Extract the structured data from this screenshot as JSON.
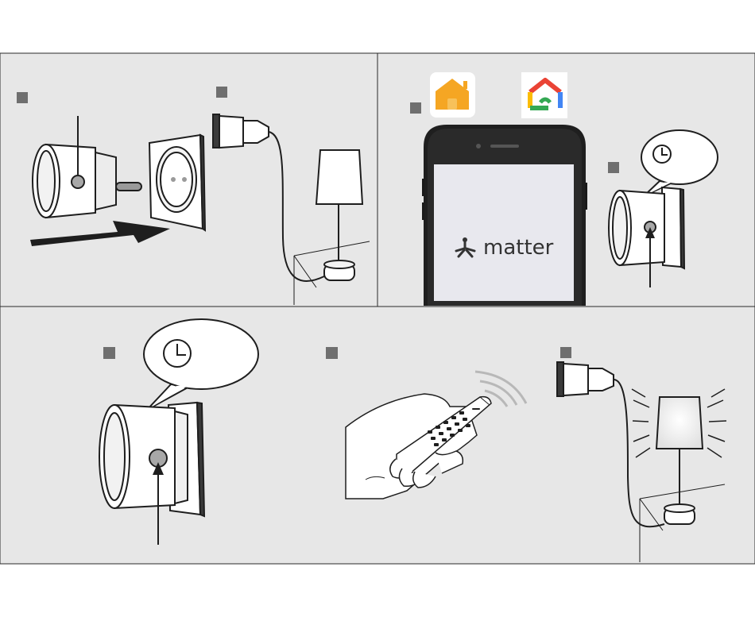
{
  "brand": {
    "matter_label": "matter"
  },
  "colors": {
    "panel_bg": "#e7e7e7",
    "step_marker": "#6f6f6f",
    "line": "#1e1e1e",
    "apple_home_orange": "#f5a623",
    "google_red": "#ea4335",
    "google_yellow": "#fbbc04",
    "google_green": "#34a853",
    "google_blue": "#4285f4"
  },
  "icons": {
    "apple_home": "apple-home-icon",
    "google_home": "google-home-icon",
    "matter_logo": "matter-logo-icon",
    "timer": "clock-icon"
  },
  "panels": [
    {
      "name": "panel-insert-plug",
      "markers": 2
    },
    {
      "name": "panel-pair-app",
      "markers": 2
    },
    {
      "name": "panel-timer-button",
      "markers": 1
    },
    {
      "name": "panel-remote-control",
      "markers": 1
    },
    {
      "name": "panel-lamp-on",
      "markers": 1
    }
  ]
}
